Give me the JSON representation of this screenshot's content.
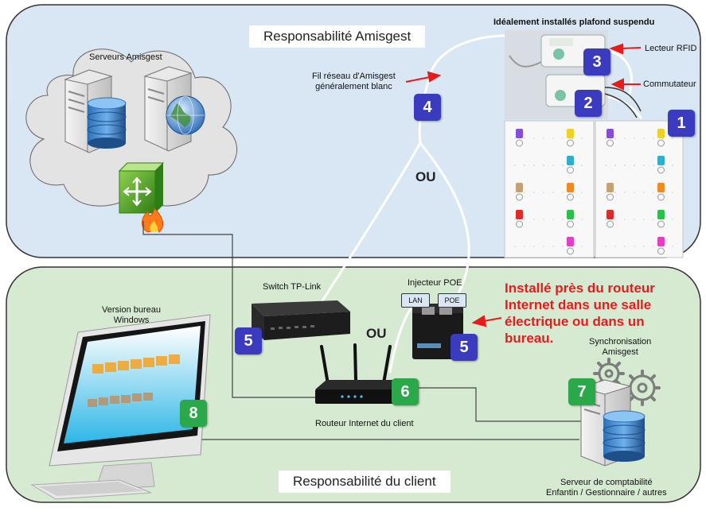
{
  "top_zone": {
    "title": "Responsabilité Amisgest"
  },
  "bottom_zone": {
    "title": "Responsabilité du client"
  },
  "labels": {
    "servers": "Serveurs Amisgest",
    "ideal_install": "Idéalement installés plafond suspendu",
    "rfid_reader": "Lecteur RFID",
    "switcher": "Commutateur",
    "network_wire": "Fil réseau d'Amisgest\ngénéralement blanc",
    "switch_tplink": "Switch TP-Link",
    "poe_injector": "Injecteur POE",
    "desktop": "Version bureau\nWindows",
    "router": "Routeur Internet du client",
    "sync": "Synchronisation\nAmisgest",
    "accounting": "Serveur de comptabilité\nEnfantin / Gestionnaire / autres",
    "lan_port": "LAN",
    "poe_port": "POE",
    "placement_note": "Installé près du routeur Internet dans une salle électrique ou dans un bureau.",
    "ou_1": "OU",
    "ou_2": "OU"
  },
  "badges": {
    "b1": "1",
    "b2": "2",
    "b3": "3",
    "b4": "4",
    "b5a": "5",
    "b5b": "5",
    "b6": "6",
    "b7": "7",
    "b8": "8"
  },
  "colors": {
    "top_zone_fill": "#d9e6f4",
    "bottom_zone_fill": "#d6ead2",
    "badge_blue": "#3b3bbf",
    "badge_green": "#2aa84a",
    "arrow_red": "#e81b1b"
  },
  "icons": [
    "cloud-icon",
    "server-icon",
    "database-icon",
    "globe-icon",
    "firewall-icon",
    "rfid-reader-icon",
    "switcher-device-icon",
    "key-board-icon",
    "tplink-switch-icon",
    "poe-injector-icon",
    "router-icon",
    "monitor-icon",
    "keyboard-icon",
    "gears-icon"
  ]
}
